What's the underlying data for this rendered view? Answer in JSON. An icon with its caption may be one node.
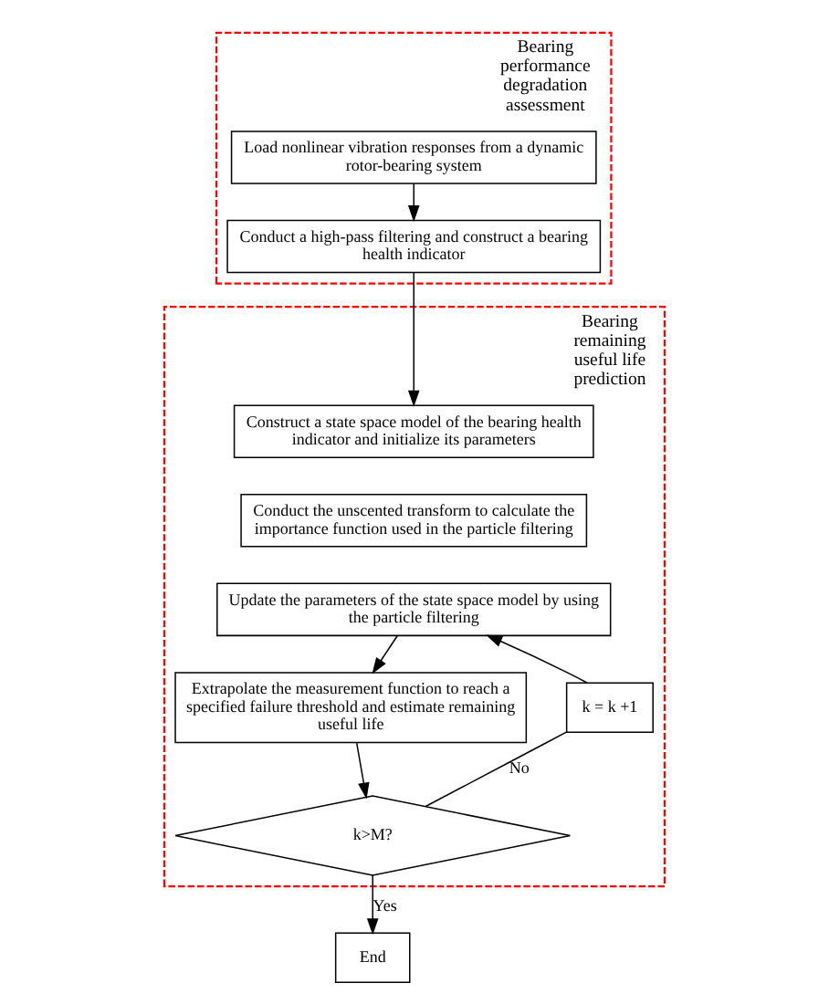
{
  "diagram": {
    "nodes": [
      {
        "text": [
          "Bearing performance degradation assessment"
        ]
      },
      {
        "text": [
          "Load nonlinear vibration responses from a dynamic rotor-bearing system"
        ],
        "in": 0
      },
      {
        "text": [
          "Conduct a high-pass filtering and construct a bearing health indicator"
        ],
        "in": 0
      },
      {
        "text": [
          "Bearing remaining useful life prediction"
        ]
      },
      {
        "text": [
          "Construct a state space model of the bearing health indicator and initialize its parameters"
        ],
        "in": 3
      },
      {
        "text": [
          "Conduct the unscented transform to calculate the importance function used in the particle filtering"
        ],
        "in": 3
      },
      {
        "text": [
          "Update the parameters of the state space model by using the particle filtering"
        ],
        "in": 3
      },
      {
        "text": [
          "Extrapolate the measurement function to reach a specified failure threshold and estimate remaining useful life"
        ],
        "in": 3
      },
      {
        "text": [
          "k>M?"
        ],
        "in": 3
      },
      {
        "text": [
          "k = k +1"
        ],
        "in": 3
      },
      {
        "text": [
          "End"
        ]
      }
    ],
    "edges": [
      {
        "from": 1,
        "to": 2,
        "arrow": "to"
      },
      {
        "from": 2,
        "to": 4,
        "arrow": "to"
      },
      {
        "from": 6,
        "to": 7,
        "arrow": "to"
      },
      {
        "from": 7,
        "to": 8,
        "arrow": "to"
      },
      {
        "from": 8,
        "to": 10,
        "arrow": "to",
        "label": "Yes"
      },
      {
        "from": 8,
        "to": 9,
        "arrow": "none",
        "label": "No"
      },
      {
        "from": 9,
        "to": 6,
        "arrow": "to"
      }
    ]
  }
}
